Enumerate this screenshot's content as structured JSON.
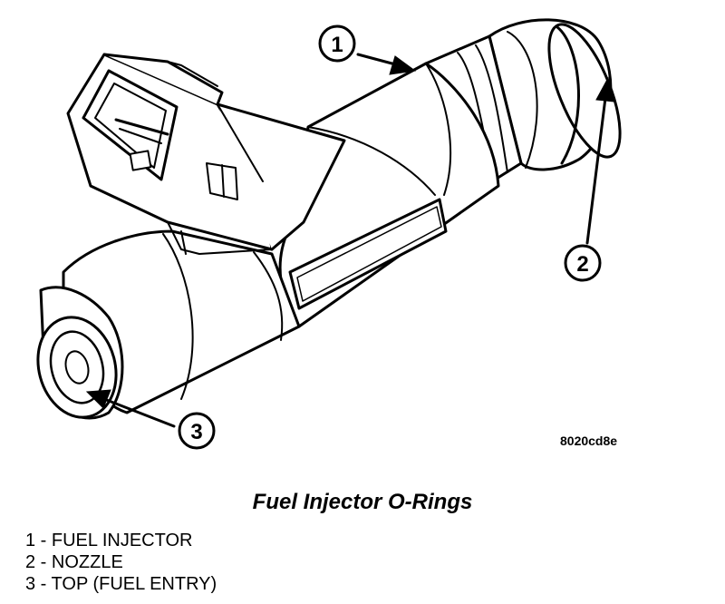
{
  "callouts": [
    {
      "number": "1"
    },
    {
      "number": "2"
    },
    {
      "number": "3"
    }
  ],
  "reference_code": "8020cd8e",
  "caption": "Fuel Injector O-Rings",
  "legend": [
    {
      "text": "1 - FUEL INJECTOR"
    },
    {
      "text": "2 - NOZZLE"
    },
    {
      "text": "3 - TOP (FUEL ENTRY)"
    }
  ]
}
